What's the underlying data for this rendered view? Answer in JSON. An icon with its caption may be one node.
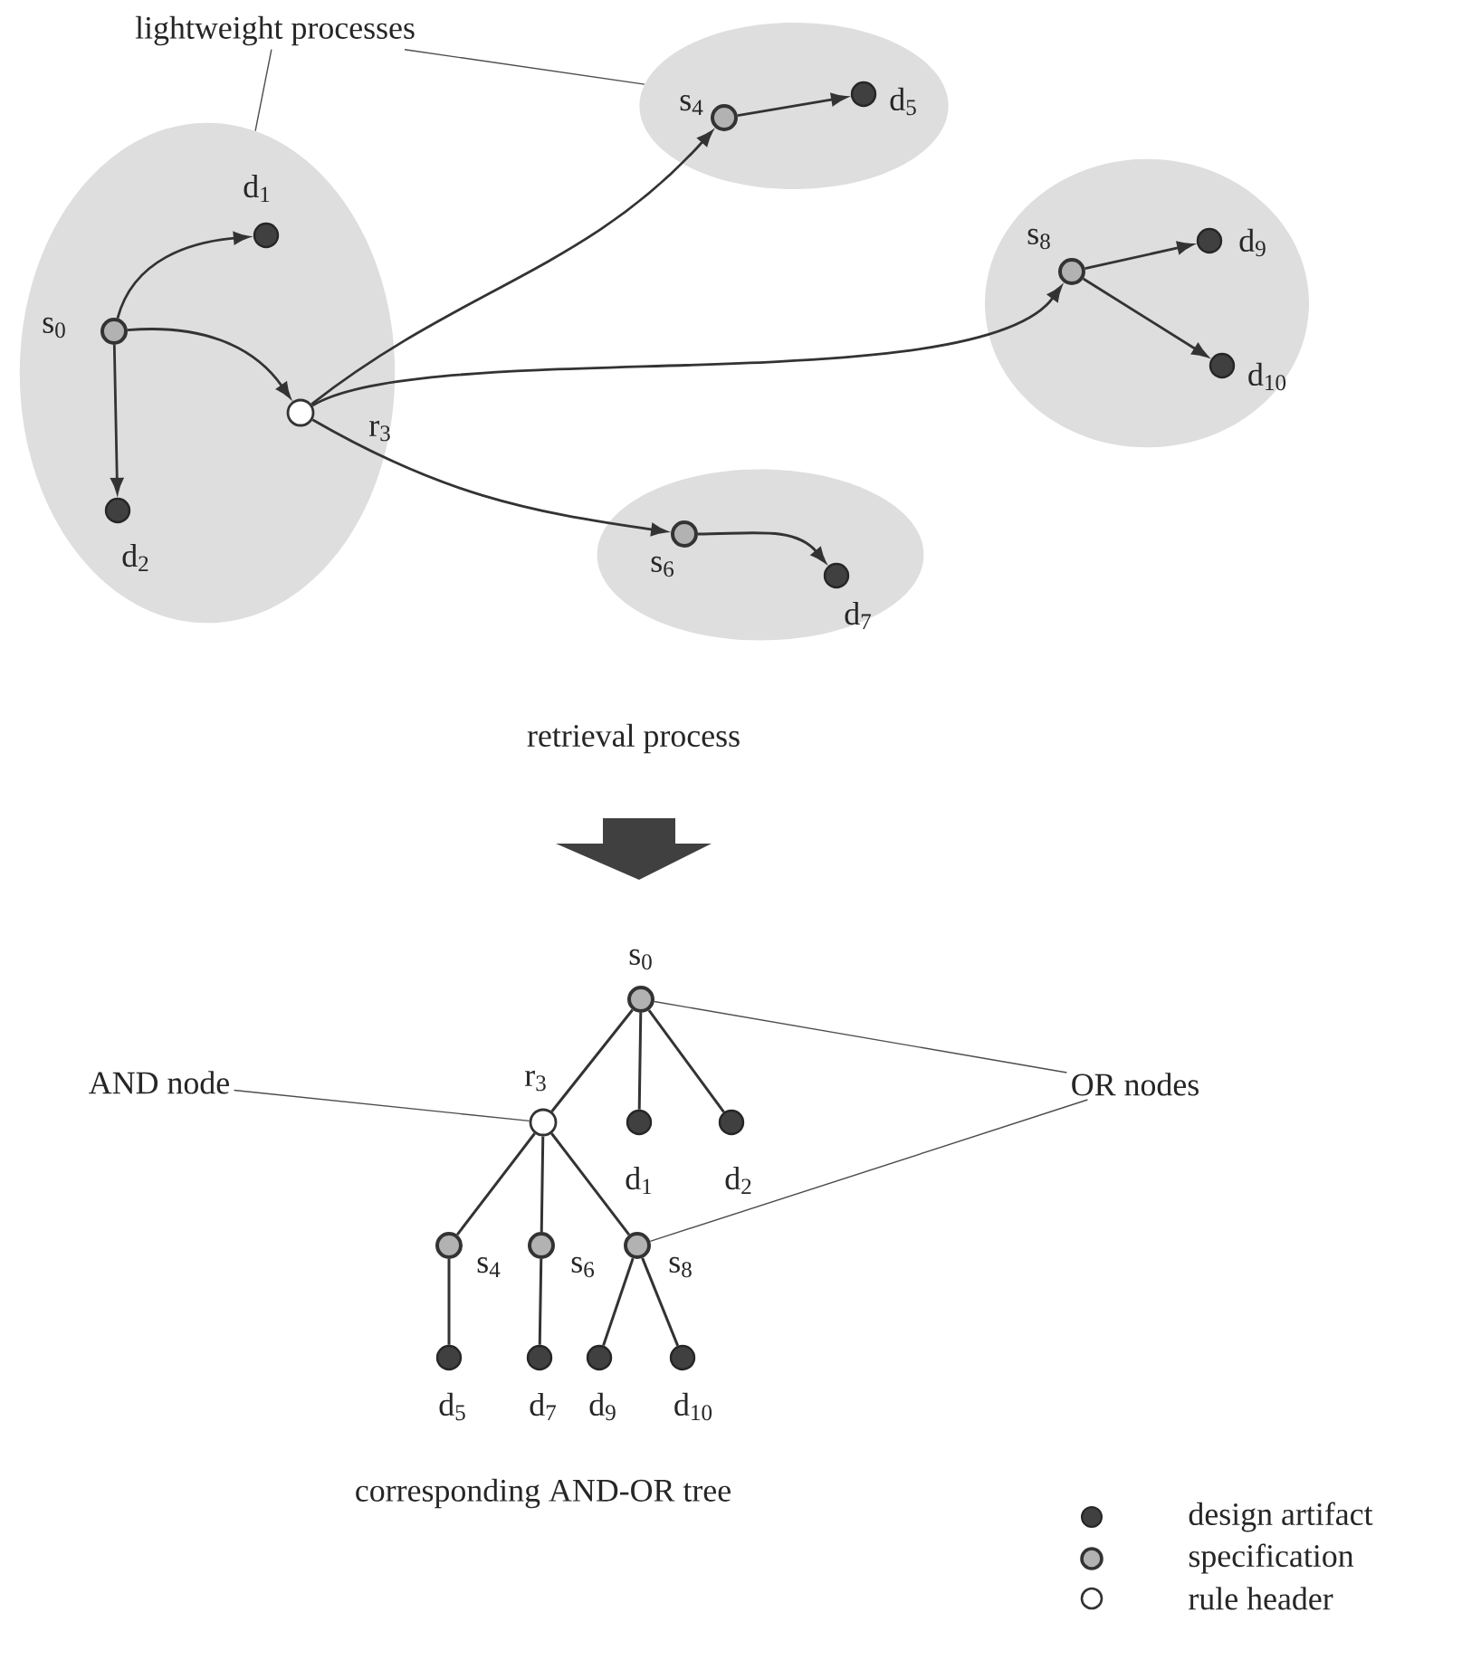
{
  "diagram": {
    "nodes": [
      {
        "text": [
          "lightweight processes"
        ]
      },
      {
        "text": [],
        "shape": "cloud"
      },
      {
        "text": [
          "s$_{0}$"
        ],
        "in": 1
      },
      {
        "text": [
          "d$_{1}$"
        ],
        "in": 1
      },
      {
        "text": [
          "d$_{2}$"
        ],
        "in": 1
      },
      {
        "text": [
          "r$_{3}$"
        ],
        "in": 1
      },
      {
        "text": [],
        "shape": "cloud"
      },
      {
        "text": [
          "s$_{4}$"
        ],
        "in": 6
      },
      {
        "text": [
          "d$_{5}$"
        ],
        "in": 6
      },
      {
        "text": [],
        "shape": "cloud"
      },
      {
        "text": [
          "s$_{8}$"
        ],
        "in": 9
      },
      {
        "text": [
          "d$_{9}$"
        ],
        "in": 9
      },
      {
        "text": [
          "d$_{10}$"
        ],
        "in": 9
      },
      {
        "text": [],
        "shape": "cloud"
      },
      {
        "text": [
          "s$_{6}$"
        ],
        "in": 13
      },
      {
        "text": [
          "d$_{7}$"
        ],
        "in": 13
      },
      {
        "text": [
          "s$_{0}$"
        ]
      },
      {
        "text": [
          "AND node"
        ]
      },
      {
        "text": [
          "r$_{3}$"
        ]
      },
      {
        "text": [
          "d$_{1}$"
        ]
      },
      {
        "text": [
          "d$_{2}$"
        ]
      },
      {
        "text": [
          "OR nodes"
        ]
      },
      {
        "text": [
          "s$_{4}$"
        ]
      },
      {
        "text": [
          "s$_{6}$"
        ]
      },
      {
        "text": [
          "s$_{8}$"
        ]
      },
      {
        "text": [
          "d$_{5}$"
        ]
      },
      {
        "text": [
          "d$_{7}$"
        ]
      },
      {
        "text": [
          "d$_{9}$"
        ]
      },
      {
        "text": [
          "d$_{10}$"
        ]
      }
    ],
    "edges": [
      {
        "from": 0,
        "to": 1,
        "arrow": "none"
      },
      {
        "from": 0,
        "to": 6,
        "arrow": "none"
      },
      {
        "from": 2,
        "to": 3,
        "arrow": "to"
      },
      {
        "from": 2,
        "to": 4,
        "arrow": "to"
      },
      {
        "from": 2,
        "to": 5,
        "arrow": "to"
      },
      {
        "from": 5,
        "to": 7,
        "arrow": "to"
      },
      {
        "from": 5,
        "to": 10,
        "arrow": "to"
      },
      {
        "from": 5,
        "to": 14,
        "arrow": "to"
      },
      {
        "from": 7,
        "to": 8,
        "arrow": "to"
      },
      {
        "from": 10,
        "to": 11,
        "arrow": "to"
      },
      {
        "from": 10,
        "to": 12,
        "arrow": "to"
      },
      {
        "from": 14,
        "to": 15,
        "arrow": "to"
      },
      {
        "from": 16,
        "to": 18,
        "arrow": "none"
      },
      {
        "from": 16,
        "to": 19,
        "arrow": "none"
      },
      {
        "from": 16,
        "to": 20,
        "arrow": "none"
      },
      {
        "from": 18,
        "to": 22,
        "arrow": "none"
      },
      {
        "from": 18,
        "to": 23,
        "arrow": "none"
      },
      {
        "from": 18,
        "to": 24,
        "arrow": "none"
      },
      {
        "from": 22,
        "to": 25,
        "arrow": "none"
      },
      {
        "from": 23,
        "to": 26,
        "arrow": "none"
      },
      {
        "from": 24,
        "to": 27,
        "arrow": "none"
      },
      {
        "from": 24,
        "to": 28,
        "arrow": "none"
      },
      {
        "from": 17,
        "to": 18,
        "arrow": "none"
      },
      {
        "from": 21,
        "to": 16,
        "arrow": "none"
      },
      {
        "from": 21,
        "to": 24,
        "arrow": "none"
      }
    ],
    "labels": [
      "retrieval process",
      "corresponding AND-OR tree"
    ],
    "legend": [
      {
        "text": "design artifact"
      },
      {
        "text": "specification"
      },
      {
        "text": "rule header"
      }
    ]
  }
}
